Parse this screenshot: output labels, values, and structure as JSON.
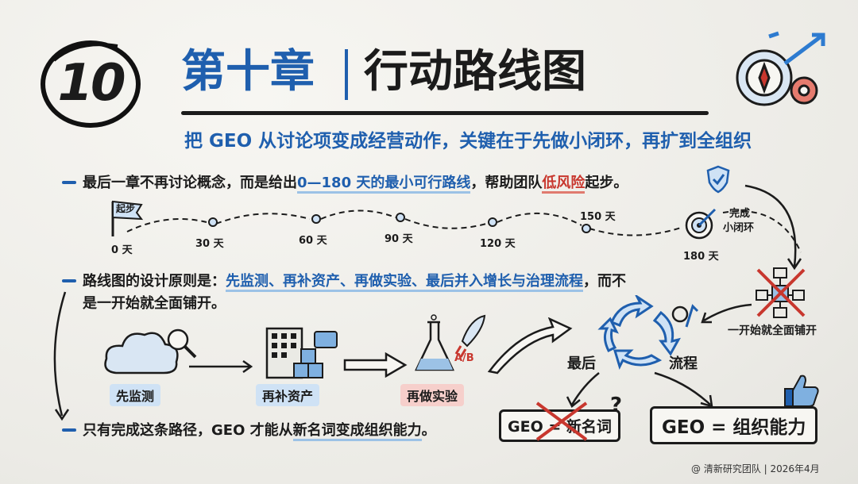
{
  "header": {
    "chapter_number": "10",
    "chapter_label": "第十章",
    "title": "行动路线图",
    "subtitle": "把 GEO 从讨论项变成经营动作，关键在于先做小闭环，再扩到全组织"
  },
  "line1": {
    "prefix": "最后一章不再讨论概念，而是给出",
    "highlight": "0—180 天的最小可行路线",
    "middle": "，帮助团队",
    "risk": "低风险",
    "suffix": "起步。"
  },
  "timeline": {
    "start_flag": "起步",
    "points": [
      "0 天",
      "30 天",
      "60 天",
      "90 天",
      "120 天",
      "150 天",
      "180 天"
    ],
    "goal": [
      "完成",
      "小闭环"
    ]
  },
  "line2": {
    "prefix": "路线图的设计原则是：",
    "highlight": "先监测、再补资产、再做实验、最后并入增长与治理流程",
    "suffix": "，而不",
    "cont": "是一开始就全面铺开。"
  },
  "steps": {
    "monitor": "先监测",
    "assets": "再补资产",
    "experiment": "再做实验",
    "ab_tag": "A/B",
    "final_label": "最后",
    "process_label": "流程",
    "not_all": "一开始就全面铺开"
  },
  "line3": {
    "prefix": "只有完成这条路径，GEO 才能从",
    "highlight": "新名词变成组织能力",
    "suffix": "。"
  },
  "outcomes": {
    "wrong": "GEO = 新名词",
    "right": "GEO = 组织能力"
  },
  "footer": "@ 清新研究团队 | 2026年4月",
  "colors": {
    "accent": "#1f5fae",
    "risk": "#c8372e",
    "highlight": "#9cc2e6"
  }
}
